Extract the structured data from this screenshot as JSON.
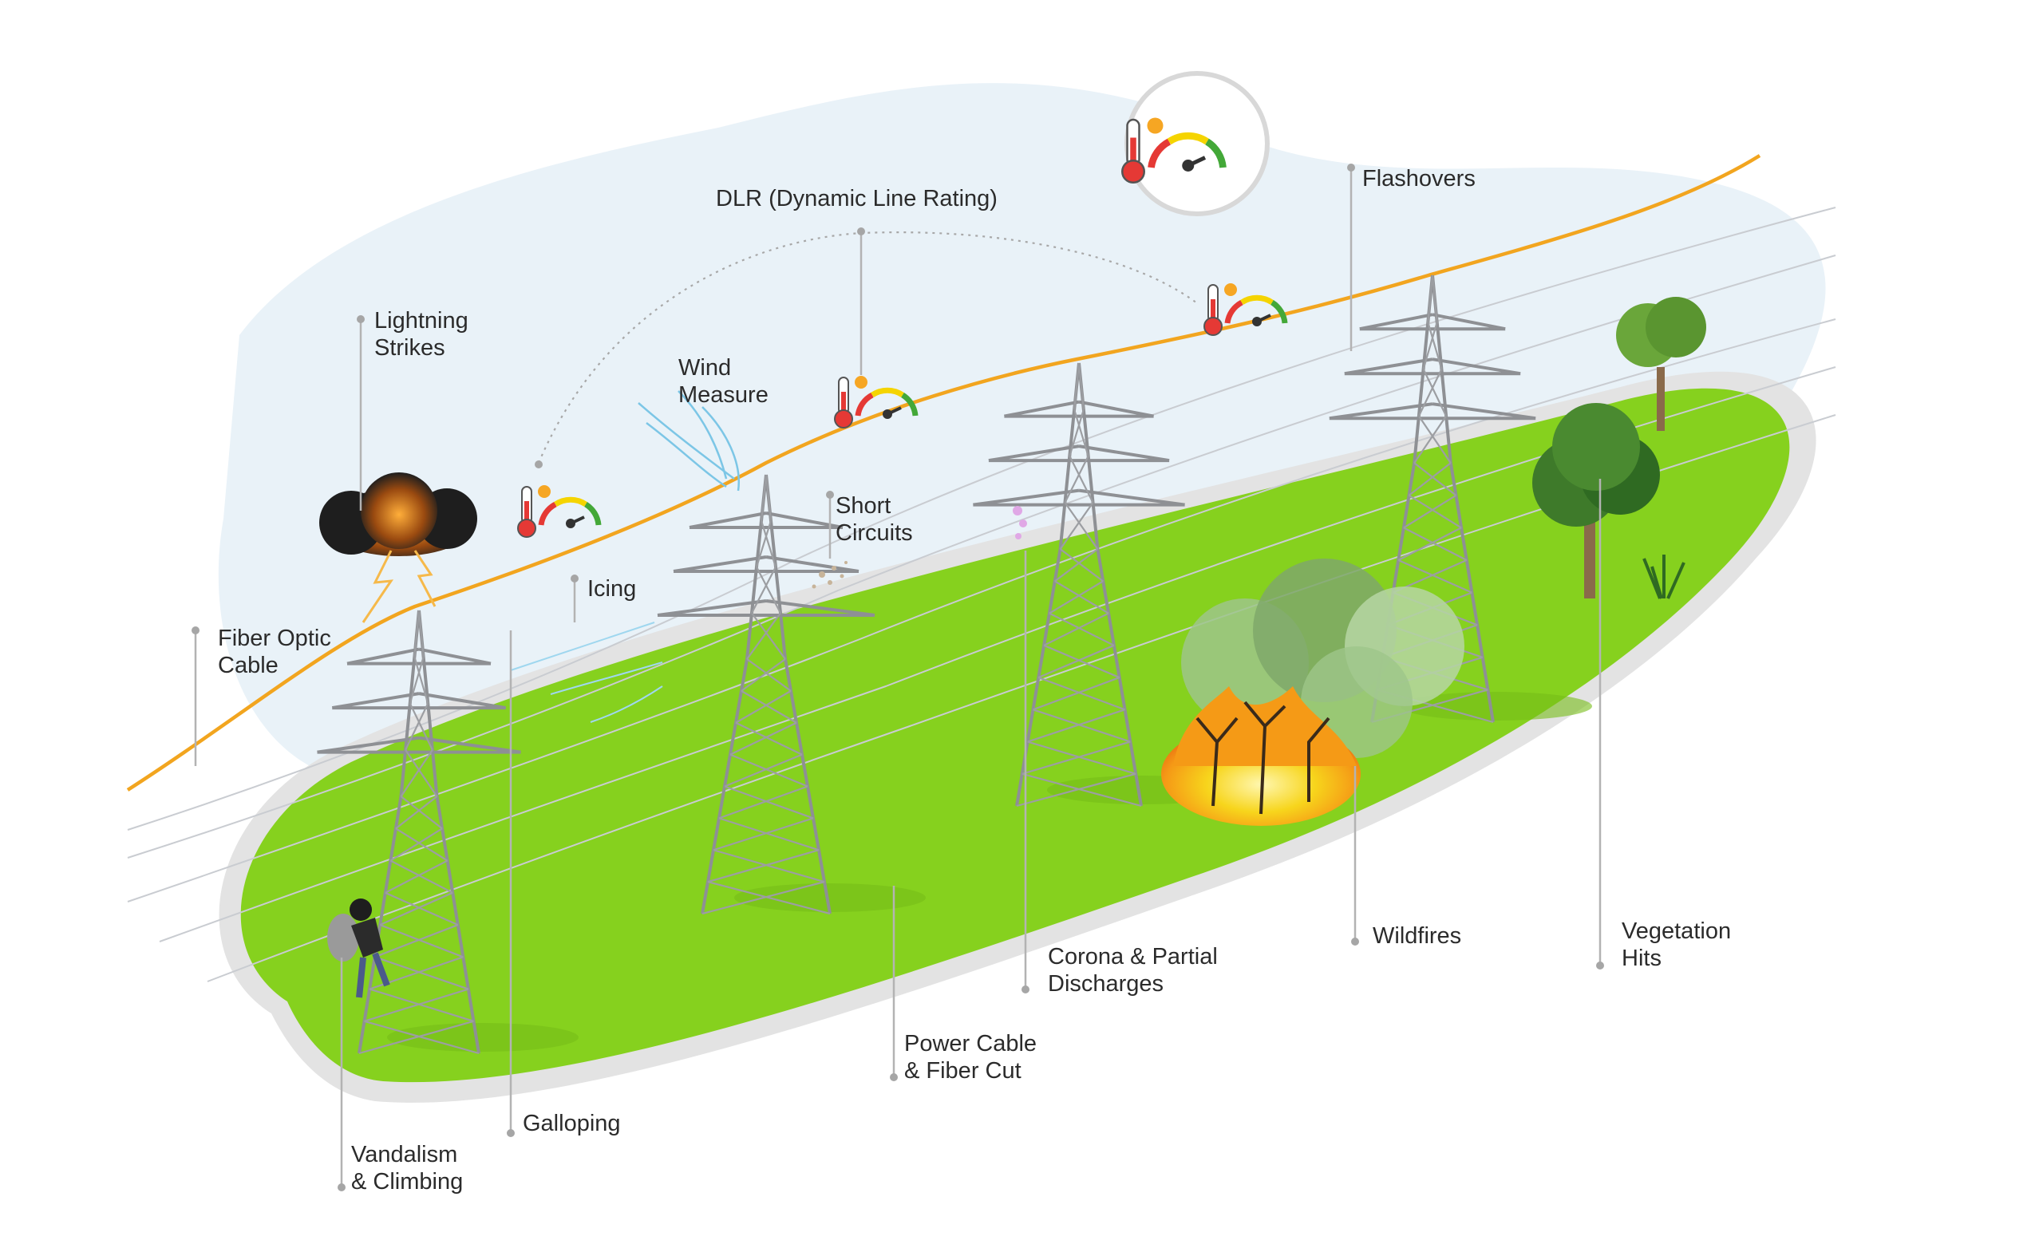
{
  "labels": {
    "dlr": "DLR (Dynamic Line Rating)",
    "flashovers": "Flashovers",
    "lightning_1": "Lightning",
    "lightning_2": "Strikes",
    "wind_1": "Wind",
    "wind_2": "Measure",
    "short_1": "Short",
    "short_2": "Circuits",
    "icing": "Icing",
    "fiber_1": "Fiber Optic",
    "fiber_2": "Cable",
    "corona_1": "Corona & Partial",
    "corona_2": "Discharges",
    "wildfires": "Wildfires",
    "vegetation_1": "Vegetation",
    "vegetation_2": "Hits",
    "power_1": "Power Cable",
    "power_2": "& Fiber Cut",
    "galloping": "Galloping",
    "vandalism_1": "Vandalism",
    "vandalism_2": "& Climbing"
  },
  "icons": {
    "dlr_sensor": "thermometer-gauge-icon",
    "cloud": "storm-cloud-icon",
    "wind": "wind-icon",
    "fire": "fire-icon",
    "tree": "tree-icon",
    "person": "climber-icon"
  },
  "colors": {
    "sky": "#e9f2f8",
    "grass": "#86d11e",
    "grass_rim": "#e3e3e3",
    "fiber": "#f2a51f",
    "tower": "#8e9094",
    "fire": "#f7c318",
    "smoke": "#9ec58a",
    "gauge_red": "#e53935",
    "gauge_yellow": "#f5d400",
    "gauge_green": "#43a838"
  }
}
